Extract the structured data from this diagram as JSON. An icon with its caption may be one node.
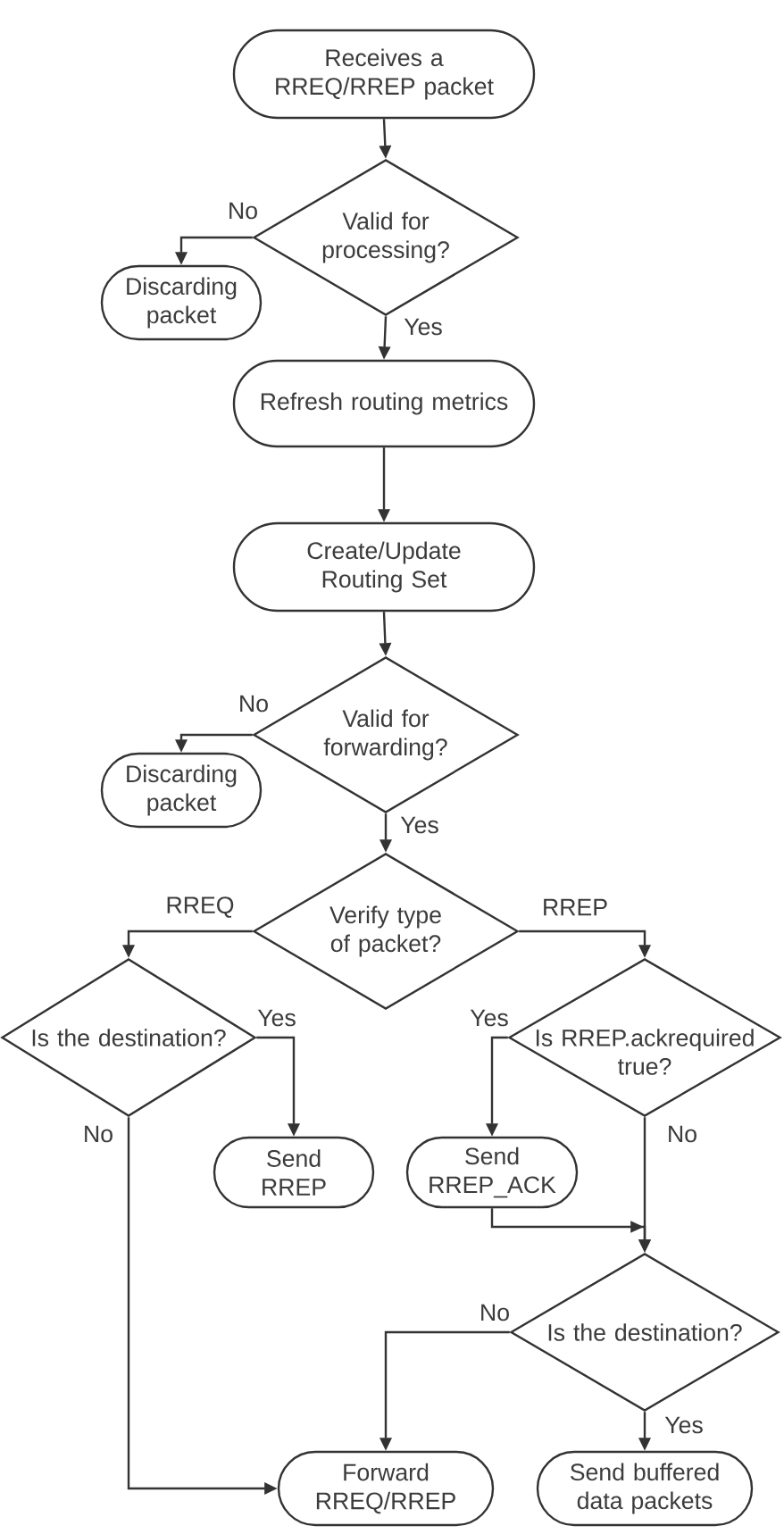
{
  "diagram": {
    "nodes": [
      {
        "text": [
          "Receives a RREQ/RREP packet"
        ]
      },
      {
        "text": [
          "Valid for processing?"
        ]
      },
      {
        "text": [
          "Discarding packet"
        ]
      },
      {
        "text": [
          "Refresh routing metrics"
        ]
      },
      {
        "text": [
          "Create/Update Routing Set"
        ]
      },
      {
        "text": [
          "Valid for forwarding?"
        ]
      },
      {
        "text": [
          "Discarding packet"
        ]
      },
      {
        "text": [
          "Verify type of packet?"
        ]
      },
      {
        "text": [
          "Is the destination?"
        ]
      },
      {
        "text": [
          "Is RREP.ackrequired true?"
        ]
      },
      {
        "text": [
          "Send RREP"
        ]
      },
      {
        "text": [
          "Send RREP_ACK"
        ]
      },
      {
        "text": [
          "Is the destination?"
        ]
      },
      {
        "text": [
          "Forward RREQ/RREP"
        ]
      },
      {
        "text": [
          "Send buffered data packets"
        ]
      }
    ],
    "edges": [
      {
        "from": 0,
        "to": 1,
        "arrow": "to"
      },
      {
        "from": 1,
        "to": 2,
        "arrow": "to",
        "label": "No"
      },
      {
        "from": 1,
        "to": 3,
        "arrow": "to",
        "label": "Yes"
      },
      {
        "from": 3,
        "to": 4,
        "arrow": "to"
      },
      {
        "from": 4,
        "to": 5,
        "arrow": "to"
      },
      {
        "from": 5,
        "to": 6,
        "arrow": "to",
        "label": "No"
      },
      {
        "from": 5,
        "to": 7,
        "arrow": "to",
        "label": "Yes"
      },
      {
        "from": 7,
        "to": 8,
        "arrow": "to",
        "label": "RREQ"
      },
      {
        "from": 7,
        "to": 9,
        "arrow": "to",
        "label": "RREP"
      },
      {
        "from": 8,
        "to": 10,
        "arrow": "to",
        "label": "Yes"
      },
      {
        "from": 8,
        "to": 13,
        "arrow": "to",
        "label": "No"
      },
      {
        "from": 9,
        "to": 11,
        "arrow": "to",
        "label": "Yes"
      },
      {
        "from": 9,
        "to": 12,
        "arrow": "to",
        "label": "No"
      },
      {
        "from": 11,
        "to": 12,
        "arrow": "to"
      },
      {
        "from": 12,
        "to": 13,
        "arrow": "to",
        "label": "No"
      },
      {
        "from": 12,
        "to": 14,
        "arrow": "to",
        "label": "Yes"
      }
    ]
  }
}
